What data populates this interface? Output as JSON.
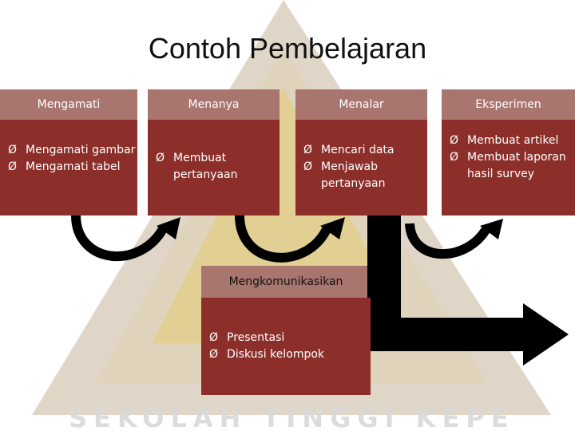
{
  "title": "Contoh Pembelajaran",
  "watermark": "SEKOLAH TINGGI KEPENDUDUKAN",
  "bullet": "Ø",
  "colors": {
    "box": "#8c2f2a",
    "header": "#a9756f",
    "arrow": "#000000"
  },
  "columns": [
    {
      "header": "Mengamati",
      "items": [
        "Mengamati gambar",
        "Mengamati tabel"
      ]
    },
    {
      "header": "Menanya",
      "items": [
        "Membuat pertanyaan"
      ]
    },
    {
      "header": "Menalar",
      "items": [
        "Mencari data",
        "Menjawab pertanyaan"
      ]
    },
    {
      "header": "Eksperimen",
      "items": [
        "Membuat artikel",
        "Membuat laporan hasil survey"
      ]
    }
  ],
  "center": {
    "header": "Mengkomunikasikan",
    "items": [
      "Presentasi",
      "Diskusi kelompok"
    ]
  }
}
